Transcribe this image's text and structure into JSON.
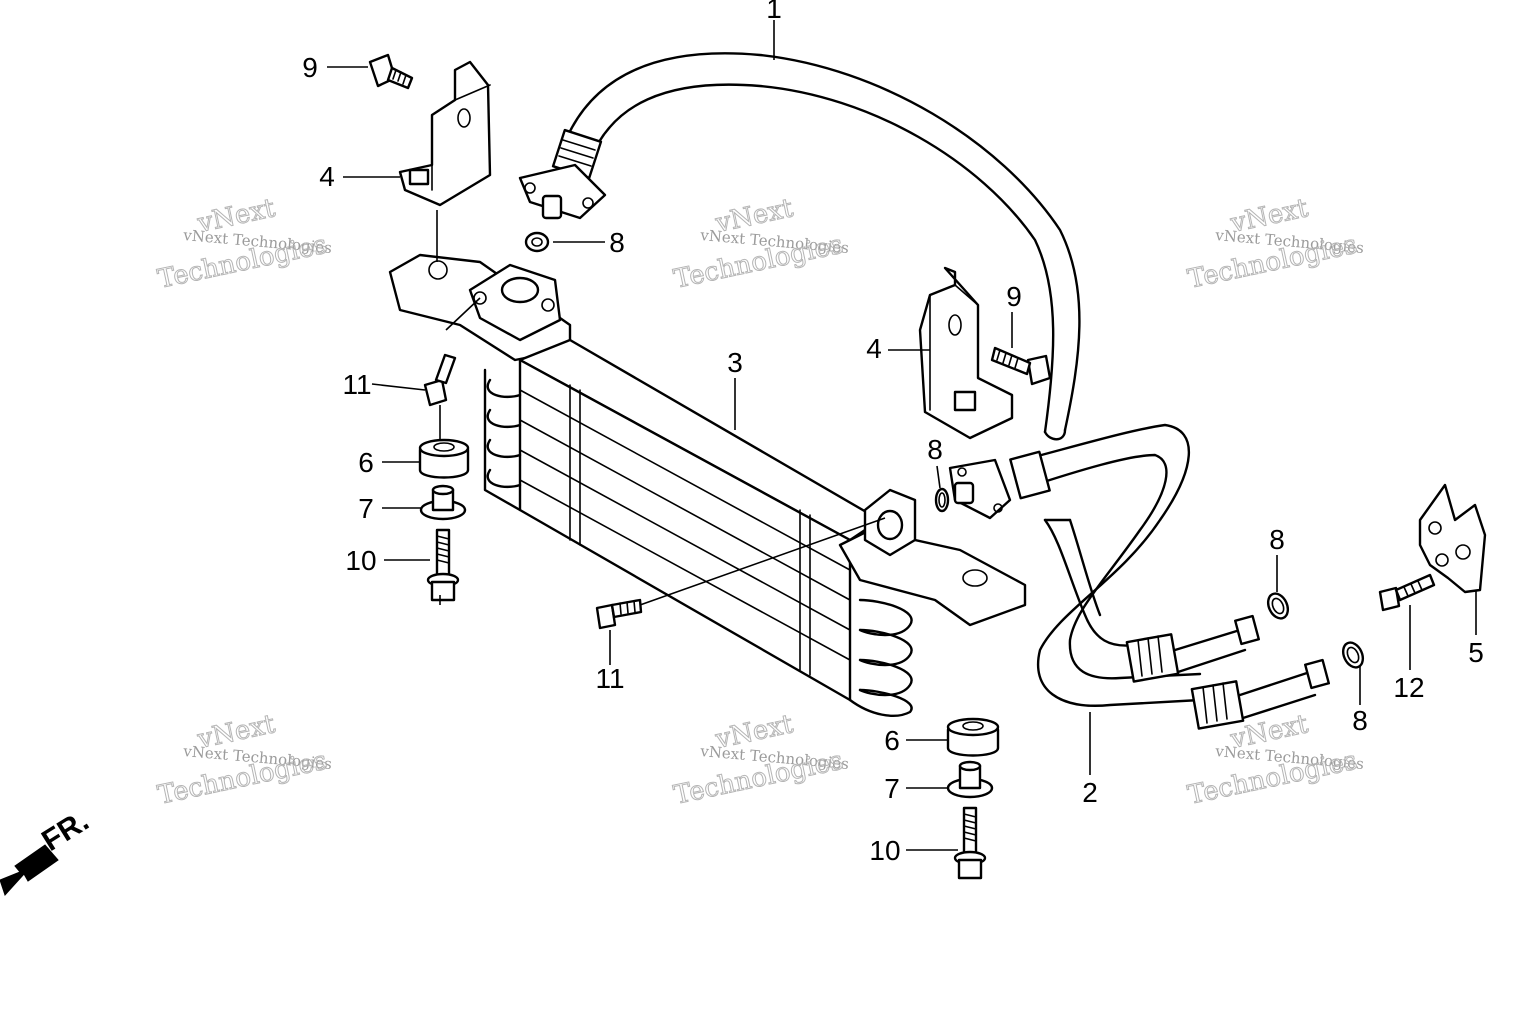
{
  "labels": {
    "hose_upper": "1",
    "hose_lower": "2",
    "oil_cooler": "3",
    "stay_left": "4",
    "stay_right": "4",
    "stay_clip": "5",
    "rubber_upper": "6",
    "rubber_lower": "6",
    "collar_upper": "7",
    "collar_lower": "7",
    "oring_top": "8",
    "oring_mid": "8",
    "oring_right_upper": "8",
    "oring_right_lower": "8",
    "bolt_top_left": "9",
    "bolt_right": "9",
    "bolt_10_upper": "10",
    "bolt_10_lower": "10",
    "bolt_11_upper": "11",
    "bolt_11_lower": "11",
    "bolt_12": "12"
  },
  "direction_marker": "FR.",
  "watermark": {
    "line1": "vNext Technologies",
    "line2": "vNext",
    "line3": "Technologies"
  }
}
